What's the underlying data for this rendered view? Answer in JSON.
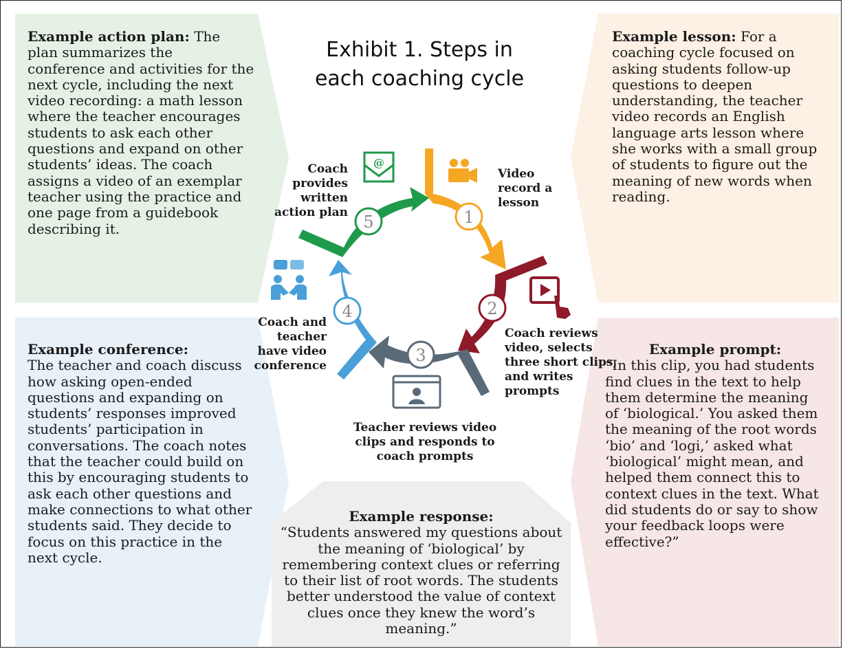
{
  "title": "Exhibit 1. Steps in each coaching cycle",
  "colors": {
    "step1": "#f5a623",
    "step2": "#8e1a2a",
    "step3": "#5b6a78",
    "step4": "#4a9fd8",
    "step5": "#1f9a4a",
    "panel_green": "#e6f1e6",
    "panel_peach": "#fdf0e4",
    "panel_blue": "#e8f0f8",
    "panel_pink": "#f6e6e6",
    "panel_gray": "#eceef0"
  },
  "steps": [
    {
      "number": "1",
      "label": "Video record a lesson",
      "icon": "video-camera-icon"
    },
    {
      "number": "2",
      "label": "Coach reviews video, selects three short clips, and writes prompts",
      "icon": "video-play-click-icon"
    },
    {
      "number": "3",
      "label": "Teacher reviews video clips and responds to coach prompts",
      "icon": "video-screen-person-icon"
    },
    {
      "number": "4",
      "label": "Coach and teacher have video conference",
      "icon": "conversation-people-icon"
    },
    {
      "number": "5",
      "label": "Coach provides written action plan",
      "icon": "email-envelope-icon"
    }
  ],
  "panels": {
    "action_plan": {
      "heading": "Example action plan:",
      "body": "The plan summarizes the conference and activities for the next cycle, including the next video recording: a math lesson where the teacher encourages students to ask each other questions and expand on other students’ ideas. The coach assigns a video of an exemplar teacher using the practice and one page from a guidebook describing it."
    },
    "lesson": {
      "heading": "Example lesson:",
      "body": "For a coaching cycle focused on asking students follow-up questions to deepen understanding, the teacher video records an English language arts lesson where she works with a small group of students to figure out the meaning of new words when reading."
    },
    "conference": {
      "heading": "Example conference:",
      "body": "The teacher and coach discuss how asking open-ended questions and expanding on students’ responses improved students’ participation in conversations. The coach notes that the teacher could build on this by encouraging students to ask each other questions and make connections to what other students said. They decide to focus on this practice in the next cycle."
    },
    "prompt": {
      "heading": "Example prompt:",
      "body": "“In this clip, you had students find clues in the text to help them determine the meaning of ‘biological.’ You asked them the meaning of the root words ‘bio’ and ‘logi,’ asked what ‘biological’ might mean, and helped them connect this to context clues in the text. What did students do or say to show your feedback loops were effective?”"
    },
    "response": {
      "heading": "Example response:",
      "body": "“Students answered my questions about the meaning of ‘biological’ by remembering context clues or referring to their list of root words. The students better understood the value of context clues once they knew the word’s meaning.”"
    }
  }
}
